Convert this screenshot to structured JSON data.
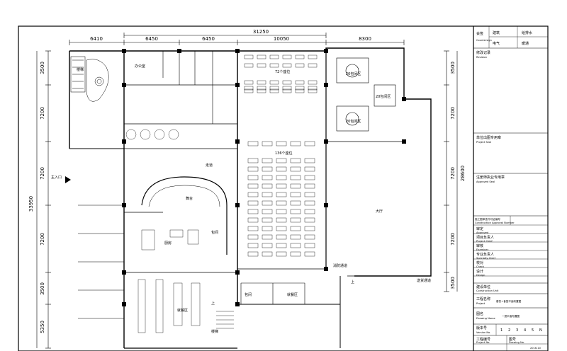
{
  "top_dimensions": {
    "total": "31250",
    "segments": [
      "6410",
      "6450",
      "6450",
      "10050",
      "8300"
    ]
  },
  "left_dimensions": {
    "total": "33950",
    "segments": [
      "3500",
      "7200",
      "7200",
      "7200",
      "3500",
      "5350"
    ]
  },
  "right_dimensions": {
    "total": "28600",
    "segments": [
      "3500",
      "7200",
      "7200",
      "7200",
      "3500"
    ]
  },
  "room_labels": {
    "entrance": "主入口",
    "office": "办公室",
    "seats_72": "72个座位",
    "seats_136": "136个座位",
    "private_room_a": "20包间区",
    "private_room_b": "20包间区",
    "private_room_c": "20包间区",
    "hall": "大厅",
    "stage": "舞台",
    "kitchen": "厨房",
    "corridor": "走道",
    "dining_a": "就餐区",
    "dining_b": "就餐区",
    "stair_a": "楼梯",
    "stair_b": "楼梯",
    "up_a": "上",
    "up_b": "上",
    "room_a": "包间",
    "room_b": "包间",
    "fire_passage": "消防通道",
    "loading_passage": "送货通道"
  },
  "title_block": {
    "disciplines": {
      "row1": [
        "会签",
        "建筑",
        "给排水"
      ],
      "row2": [
        "",
        "电气",
        "暖通"
      ],
      "row1_en": "Countersign"
    },
    "remarks": "修改记录",
    "remarks_en": "Revision",
    "unit_seal": "单位出图专用章",
    "unit_seal_en": "Project Seal",
    "reg_seal": "注册师执业专用章",
    "reg_seal_en": "Approved Seal",
    "review_cert": "施工图审查许可证编号",
    "review_cert_en": "Construction Approval Number",
    "roles": [
      {
        "cn": "审定",
        "en": "Approved"
      },
      {
        "cn": "项目负责人",
        "en": "Project Chief"
      },
      {
        "cn": "审核",
        "en": "Examiner"
      },
      {
        "cn": "专业负责人",
        "en": "Specialty Chief"
      },
      {
        "cn": "校对",
        "en": "Check"
      },
      {
        "cn": "设计",
        "en": "Design"
      }
    ],
    "client": "建设单位",
    "client_en": "Construction Unit",
    "project": "工程名称",
    "project_en": "Project",
    "project_value": "餐饮+食堂平面布置图",
    "drawing": "图名",
    "drawing_en": "Drawing Name",
    "drawing_value": "一层平面布置图",
    "version": "版本号",
    "version_en": "Version No.",
    "version_nums": [
      "1",
      "2",
      "3",
      "4",
      "5",
      "N"
    ],
    "job_no": "工程编号",
    "job_no_en": "Project No.",
    "sheet_no": "图号",
    "sheet_no_en": "Drawing No.",
    "date_value": "2016.10"
  }
}
